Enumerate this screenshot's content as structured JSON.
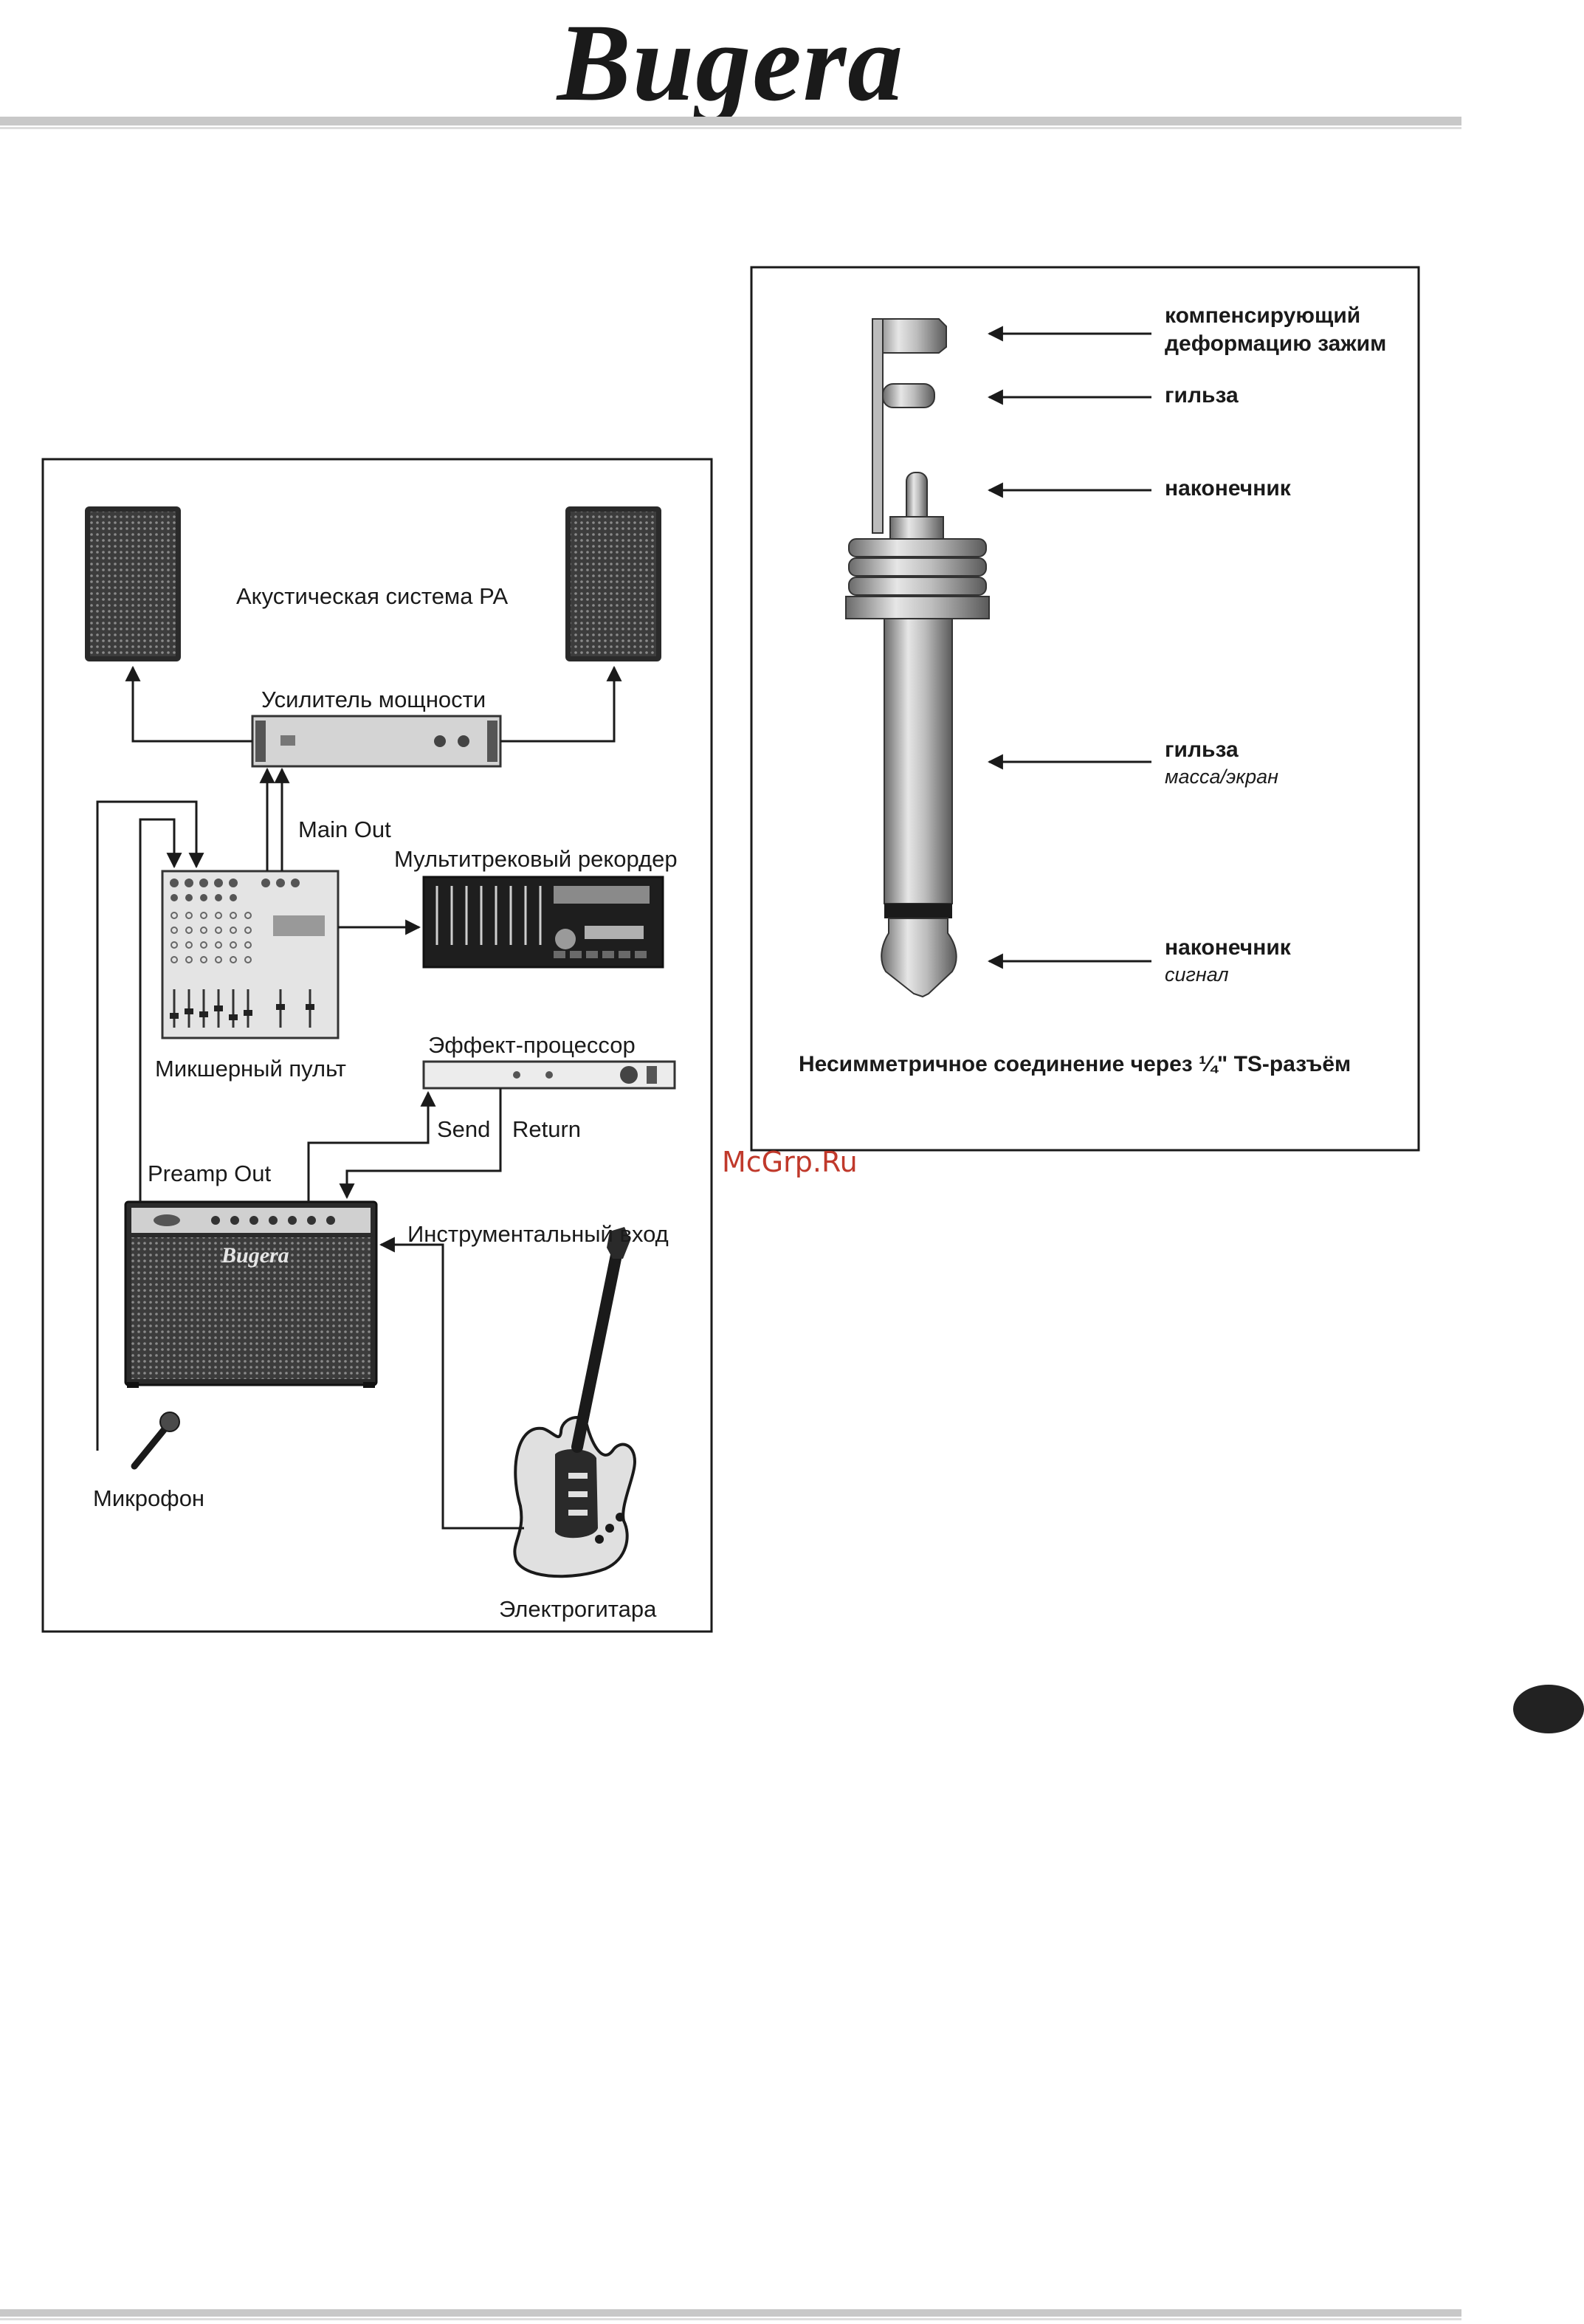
{
  "header": {
    "brand": "Bugera"
  },
  "setup_diagram": {
    "pa_speakers_label": "Акустическая система PA",
    "power_amp_label": "Усилитель мощности",
    "main_out_label": "Main Out",
    "recorder_label": "Мультитрековый рекордер",
    "mixer_label": "Микшерный пульт",
    "effects_label": "Эффект-процессор",
    "send_label": "Send",
    "return_label": "Return",
    "preamp_out_label": "Preamp Out",
    "instrument_input_label": "Инструментальный вход",
    "microphone_label": "Микрофон",
    "guitar_label": "Электрогитара",
    "amp_brand": "Bugera"
  },
  "ts_connector": {
    "strain_relief_label_1": "компенсирующий",
    "strain_relief_label_2": "деформацию зажим",
    "sleeve_top_label": "гильза",
    "tip_top_label": "наконечник",
    "sleeve_label": "гильза",
    "sleeve_sub": "масса/экран",
    "tip_label": "наконечник",
    "tip_sub": "сигнал",
    "caption": "Несимметричное соединение через ¼\" TS-разъём"
  },
  "watermark": "McGrp.Ru",
  "colors": {
    "device_fill": "#4a4a4a",
    "line": "#1a1a1a",
    "watermark": "#c0392b"
  }
}
